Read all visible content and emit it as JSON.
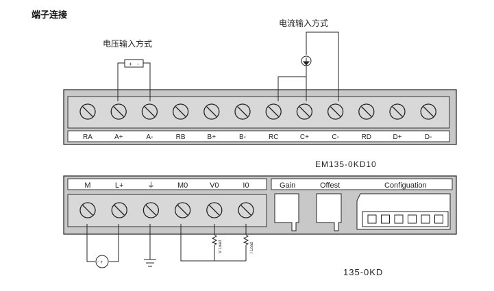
{
  "title": "端子连接",
  "voltage_mode_label": "电压输入方式",
  "current_mode_label": "电流输入方式",
  "source_polarity": {
    "plus": "+",
    "minus": "-"
  },
  "top_module": {
    "terminals": [
      "RA",
      "A+",
      "A-",
      "RB",
      "B+",
      "B-",
      "RC",
      "C+",
      "C-",
      "RD",
      "D+",
      "D-"
    ]
  },
  "model_upper": "EM135-0KD10",
  "bottom_module": {
    "terminal_labels": [
      "M",
      "L+",
      "⏚",
      "M0",
      "V0",
      "I0"
    ],
    "gain_label": "Gain",
    "offset_label": "Offest",
    "config_label": "Configuation",
    "dip_switch_count": 6
  },
  "load_labels": {
    "v": "V Load",
    "i": "I Load"
  },
  "supply_polarity": "- +",
  "model_lower": "135-0KD"
}
